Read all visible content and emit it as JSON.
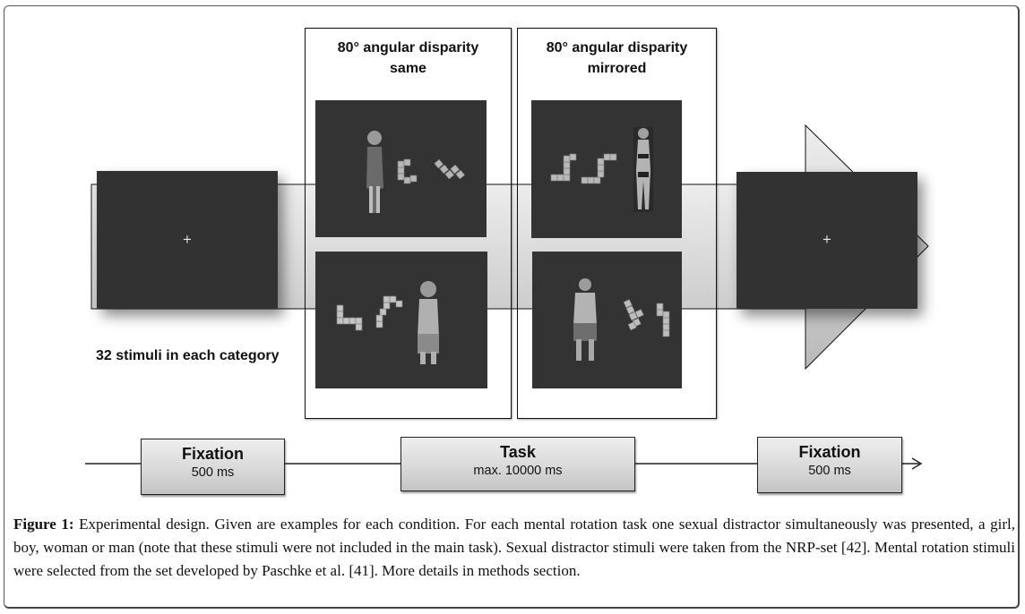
{
  "figure": {
    "panels": [
      {
        "title_line1": "80° angular disparity",
        "title_line2": "same",
        "stimuli": [
          {
            "figure": "girl",
            "distractor_side": "left",
            "object": "mental-rotation-cubes"
          },
          {
            "figure": "boy",
            "distractor_side": "right",
            "object": "mental-rotation-cubes"
          }
        ]
      },
      {
        "title_line1": "80° angular disparity",
        "title_line2": "mirrored",
        "stimuli": [
          {
            "figure": "woman",
            "distractor_side": "right",
            "object": "mental-rotation-cubes"
          },
          {
            "figure": "man",
            "distractor_side": "left",
            "object": "mental-rotation-cubes"
          }
        ]
      }
    ],
    "fixation_cross": "+",
    "stimuli_note": "32 stimuli in each category",
    "timeline": [
      {
        "title": "Fixation",
        "duration": "500 ms"
      },
      {
        "title": "Task",
        "duration": "max. 10000 ms"
      },
      {
        "title": "Fixation",
        "duration": "500 ms"
      }
    ]
  },
  "caption": {
    "label": "Figure 1:",
    "text": " Experimental design. Given are examples for each condition. For each mental rotation task one sexual distractor simultaneously was presented, a girl, boy, woman or man (note that these stimuli were not included in the main task). Sexual distractor stimuli were taken from the NRP-set [42]. Mental rotation stimuli were selected from the set developed by Paschke et al. [41]. More details in methods section."
  }
}
